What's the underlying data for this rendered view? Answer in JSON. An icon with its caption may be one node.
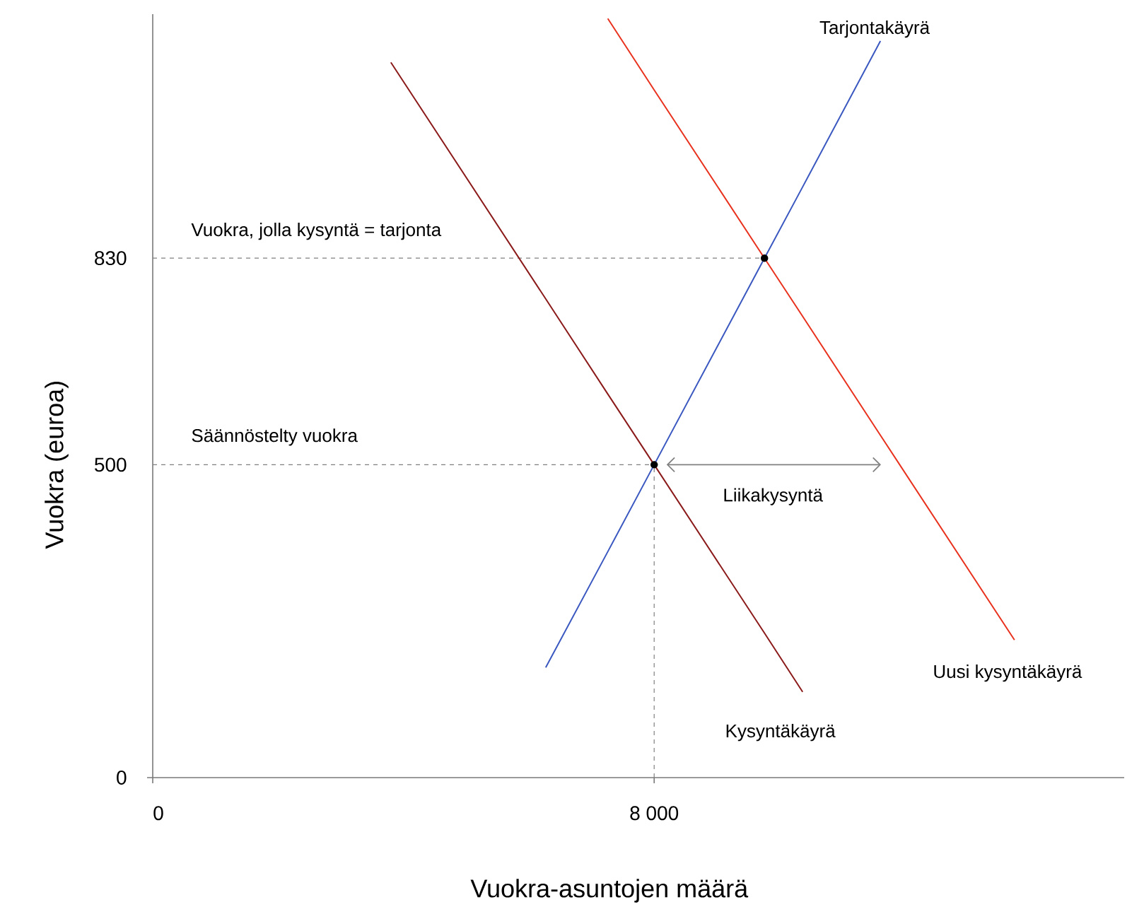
{
  "diagram": {
    "chart_data": {
      "type": "line",
      "xlabel": "Vuokra-asuntojen määrä",
      "ylabel": "Vuokra (euroa)",
      "x": [
        3800,
        6270,
        7260,
        8000,
        9760,
        10370,
        11610,
        13750
      ],
      "series": [
        {
          "name": "Kysyntäkäyrä",
          "color": "#8b1a1a",
          "values": [
            1143,
            765,
            613,
            500,
            231,
            137,
            null,
            null
          ]
        },
        {
          "name": "Tarjontakäyrä",
          "color": "#3a58c0",
          "values": [
            null,
            176,
            361,
            500,
            830,
            944,
            1177,
            null
          ]
        },
        {
          "name": "Uusi kysyntäkäyrä",
          "color": "#e8321e",
          "values": [
            null,
            null,
            1213,
            1099,
            830,
            737,
            547,
            220
          ]
        }
      ],
      "xlim": [
        0,
        15500
      ],
      "ylim": [
        0,
        1220
      ],
      "xticks": [
        {
          "value": 0,
          "label": "0"
        },
        {
          "value": 8000,
          "label": "8 000"
        }
      ],
      "yticks": [
        {
          "value": 0,
          "label": "0"
        },
        {
          "value": 500,
          "label": "500"
        },
        {
          "value": 830,
          "label": "830"
        }
      ],
      "ref_lines": [
        {
          "axis": "y",
          "value": 830
        },
        {
          "axis": "y",
          "value": 500
        },
        {
          "axis": "x",
          "value": 8000
        }
      ],
      "annotations": [
        "Vuokra, jolla kysyntä = tarjonta",
        "Säännöstelty vuokra",
        "Liikakysyntä"
      ]
    }
  }
}
